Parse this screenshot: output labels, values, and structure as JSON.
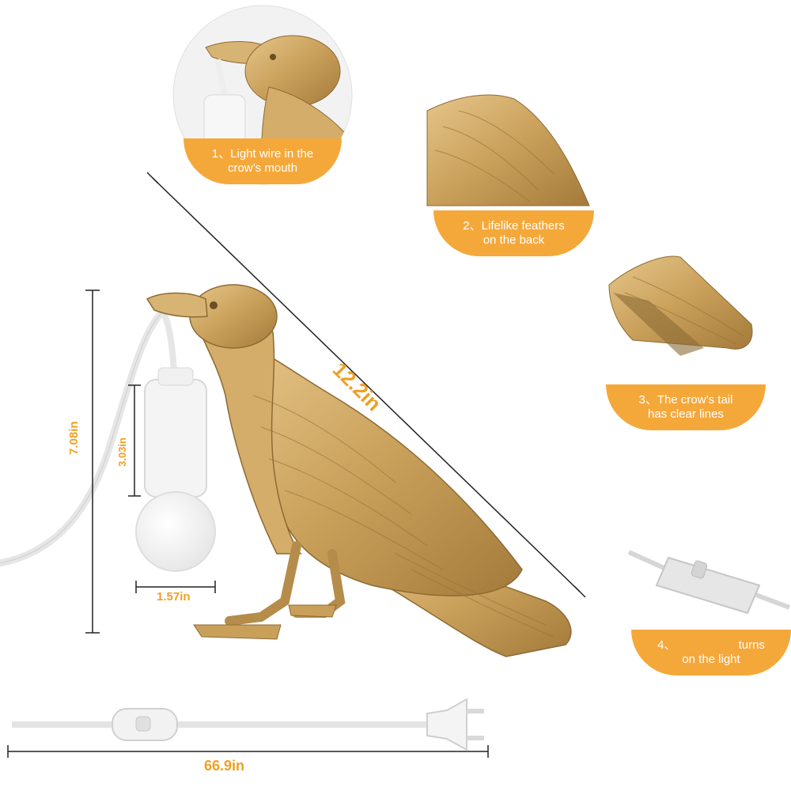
{
  "dimensions": {
    "diagonal_length": "12.2in",
    "total_height": "7.08in",
    "bulb_height": "3.03in",
    "bulb_width": "1.57in",
    "cord_length": "66.9in"
  },
  "callouts": [
    {
      "line1": "1、Light wire in the",
      "line2": "crow’s mouth"
    },
    {
      "line1": "2、Lifelike feathers",
      "line2": "on the back"
    },
    {
      "line1": "3、The crow’s tail",
      "line2": "has clear lines"
    },
    {
      "line1": "4、                   turns",
      "line2": "on the light"
    }
  ],
  "colors": {
    "accent": "#f5a83a",
    "dimension_text": "#f0a022",
    "gold": "#c9a05a",
    "cord": "#e8e8e8"
  }
}
